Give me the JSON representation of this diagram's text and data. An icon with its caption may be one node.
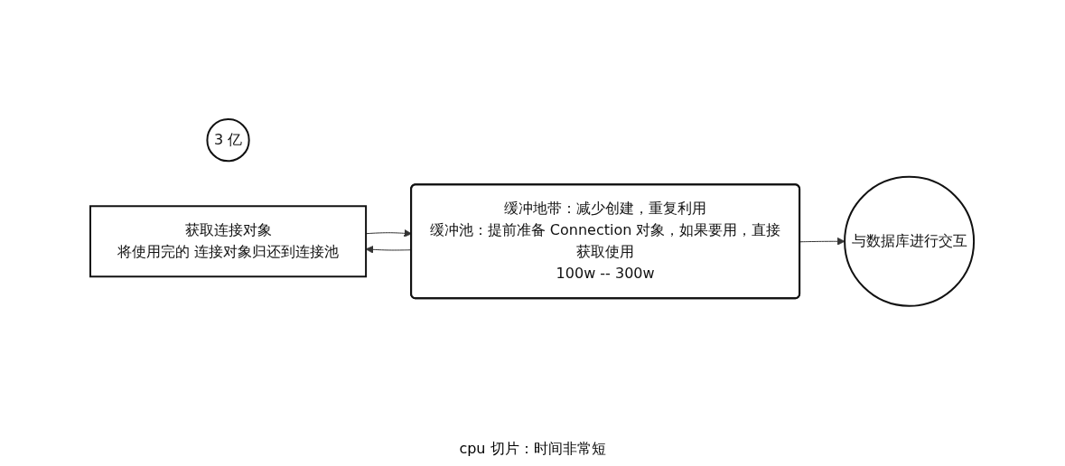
{
  "diagram": {
    "nodes": [
      {
        "text": [
          "3 亿"
        ]
      },
      {
        "text": [
          "获取连接对象",
          "将使用完的 连接对象归还到连接池"
        ]
      },
      {
        "text": [
          "缓冲地带：减少创建，重复利用",
          "缓冲池：提前准备 Connection 对象，如果要用，直接获取使用",
          "100w -- 300w"
        ]
      },
      {
        "text": [
          "与数据库进行交互"
        ]
      }
    ],
    "edges": [
      {
        "from": 2,
        "to": 1,
        "arrow": "to"
      },
      {
        "from": 1,
        "to": 2,
        "arrow": "to"
      },
      {
        "from": 2,
        "to": 3,
        "arrow": "to"
      }
    ],
    "labels": [
      "cpu 切片：时间非常短"
    ]
  }
}
